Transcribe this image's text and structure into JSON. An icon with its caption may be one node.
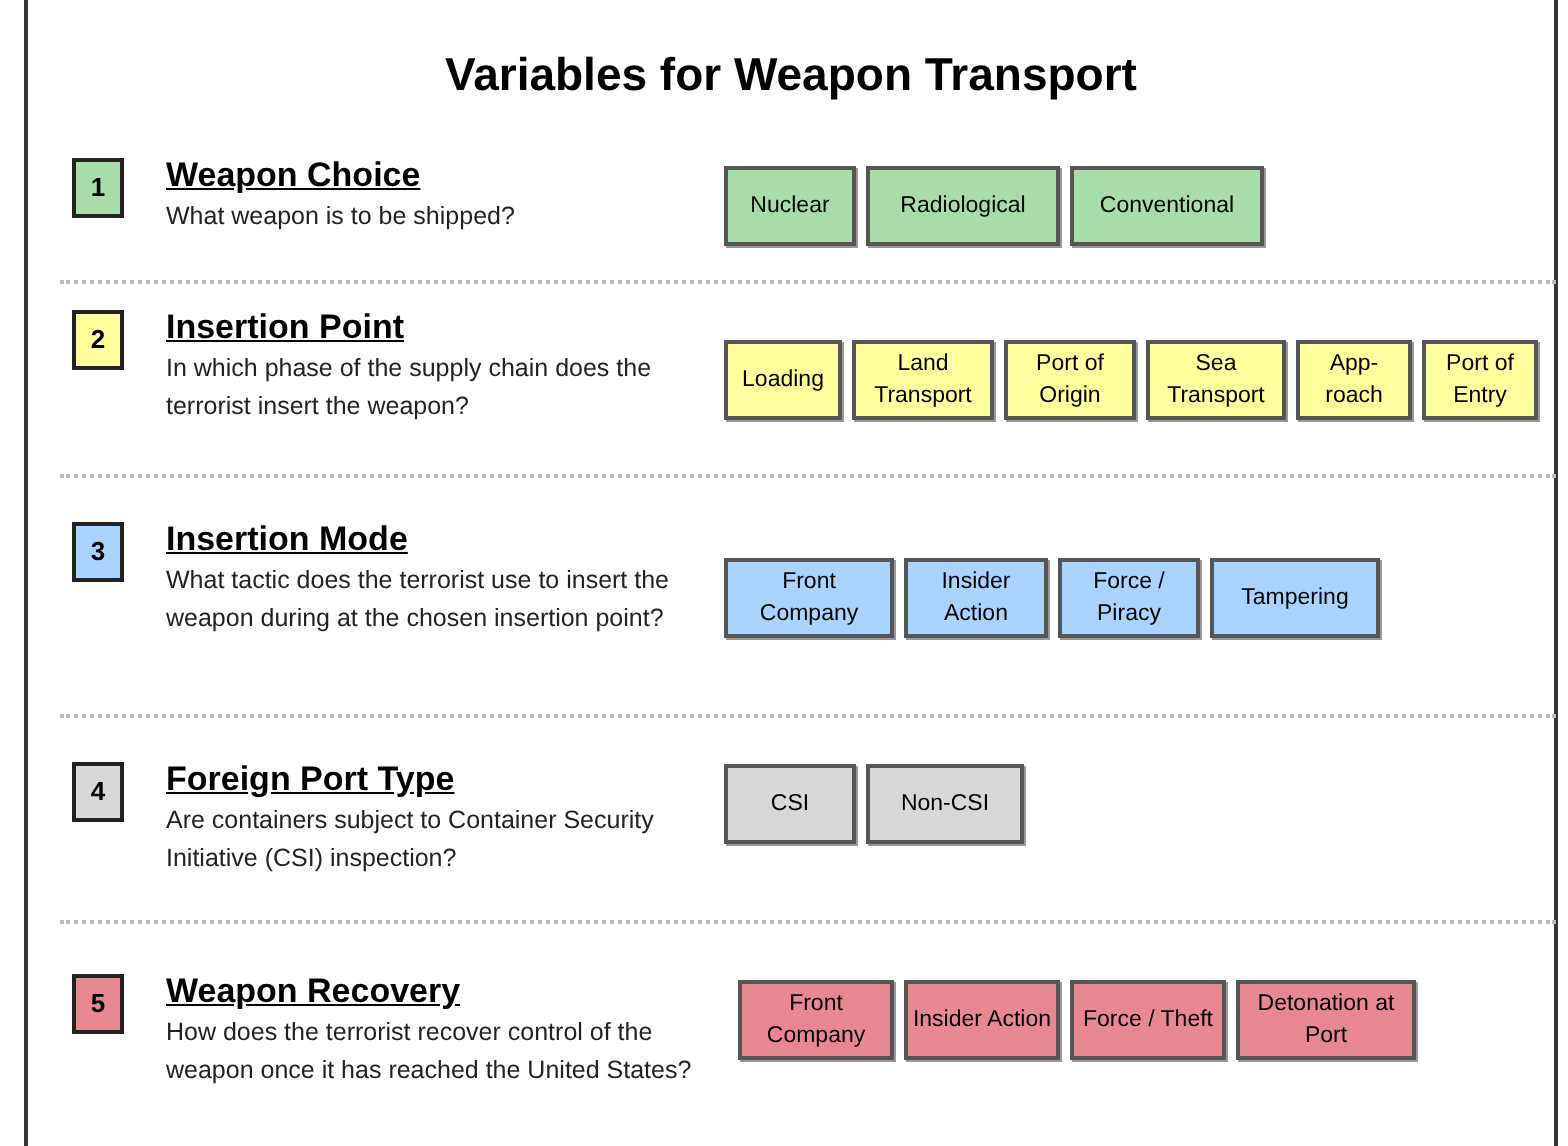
{
  "diagram": {
    "title": "Variables for Weapon Transport",
    "nodes": [
      {
        "text": [
          "1"
        ],
        "beside": [
          "Weapon Choice",
          "What weapon is to be shipped?"
        ]
      },
      {
        "text": [
          "Nuclear"
        ]
      },
      {
        "text": [
          "Radiological"
        ]
      },
      {
        "text": [
          "Conventional"
        ]
      },
      {
        "text": [
          "2"
        ],
        "beside": [
          "Insertion Point",
          "In which phase of the supply chain does the terrorist insert the weapon?"
        ]
      },
      {
        "text": [
          "Loading"
        ]
      },
      {
        "text": [
          "Land Transport"
        ]
      },
      {
        "text": [
          "Port of Origin"
        ]
      },
      {
        "text": [
          "Sea Transport"
        ]
      },
      {
        "text": [
          "App- roach"
        ]
      },
      {
        "text": [
          "Port of Entry"
        ]
      },
      {
        "text": [
          "3"
        ],
        "beside": [
          "Insertion Mode",
          "What tactic does the terrorist use to insert the weapon during at the chosen insertion point?"
        ]
      },
      {
        "text": [
          "Front Company"
        ]
      },
      {
        "text": [
          "Insider Action"
        ]
      },
      {
        "text": [
          "Force / Piracy"
        ]
      },
      {
        "text": [
          "Tampering"
        ]
      },
      {
        "text": [
          "4"
        ],
        "beside": [
          "Foreign Port Type",
          "Are containers subject to Container Security Initiative (CSI) inspection?"
        ]
      },
      {
        "text": [
          "CSI"
        ]
      },
      {
        "text": [
          "Non-CSI"
        ]
      },
      {
        "text": [
          "5"
        ],
        "beside": [
          "Weapon Recovery",
          "How does the terrorist recover control of the weapon once it has reached the United States?"
        ]
      },
      {
        "text": [
          "Front Company"
        ]
      },
      {
        "text": [
          "Insider Action"
        ]
      },
      {
        "text": [
          "Force / Theft"
        ]
      },
      {
        "text": [
          "Detonation at Port"
        ]
      }
    ]
  }
}
